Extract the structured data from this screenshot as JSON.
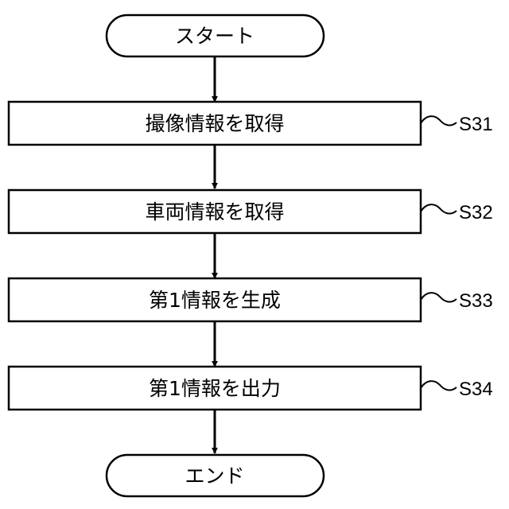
{
  "flowchart": {
    "start": {
      "label": "スタート"
    },
    "steps": [
      {
        "id": "S31",
        "label": "撮像情報を取得"
      },
      {
        "id": "S32",
        "label": "車両情報を取得"
      },
      {
        "id": "S33",
        "label": "第1情報を生成"
      },
      {
        "id": "S34",
        "label": "第1情報を出力"
      }
    ],
    "end": {
      "label": "エンド"
    }
  }
}
